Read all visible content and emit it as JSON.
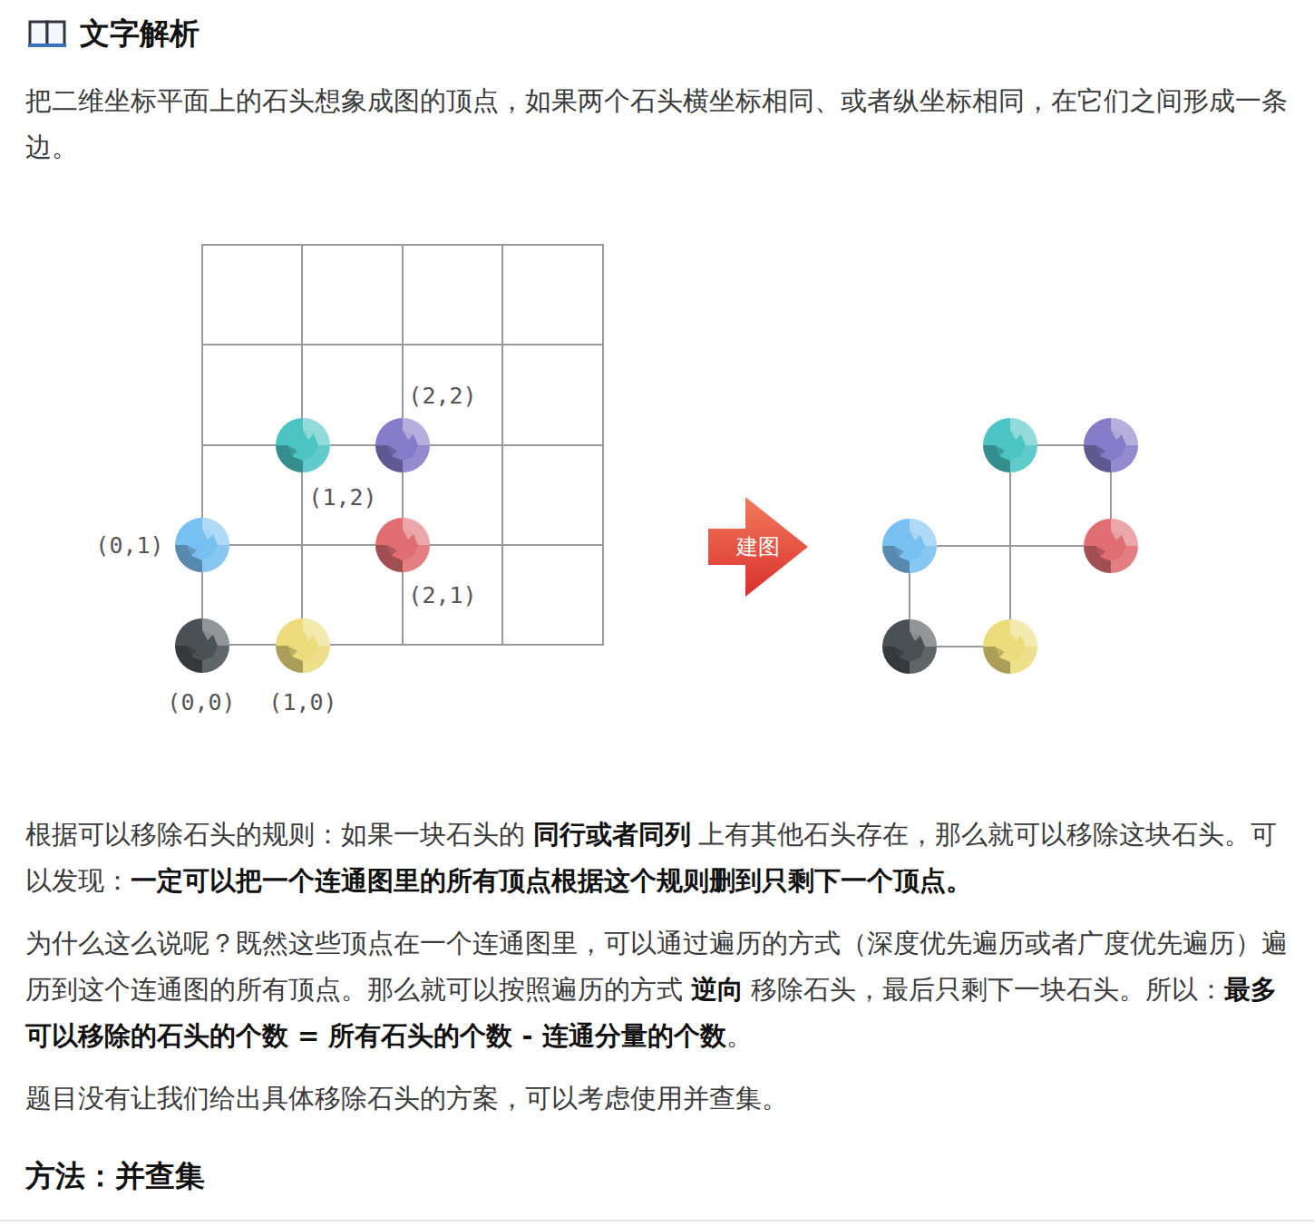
{
  "diagram": {
    "title": "文字解析",
    "nodes": [
      {
        "text": [
          "建图"
        ]
      }
    ],
    "edges": [],
    "labels": [
      "把二维坐标平面上的石头想象成图的顶点，如果两个石头横坐标相同、或者纵坐标相同，在它们之间形成一条边。",
      "(2,2)",
      "(1,2)",
      "(0,1)",
      "(2,1)",
      "(0,0)",
      "(1,0)",
      "根据可以移除石头的规则：如果一块石头的",
      "同行或者同列",
      "上有其他石头存在，那么就可以移除这块石头。可以发现：",
      "一定可以把一个连通图里的所有顶点根据这个规则删到只剩下一个顶点。",
      "为什么这么说呢？既然这些顶点在一个连通图里，可以通过遍历的方式（深度优先遍历或者广度优先遍历）遍历到这个连通图的所有顶点。那么就可以按照遍历的方式",
      "逆向",
      "移除石头，最后只剩下一块石头。所以：",
      "最多可以移除的石头的个数 = 所有石头的个数 - 连通分量的个数",
      "。",
      "题目没有让我们给出具体移除石头的方案，可以考虑使用并查集。",
      "方法：并查集"
    ]
  }
}
